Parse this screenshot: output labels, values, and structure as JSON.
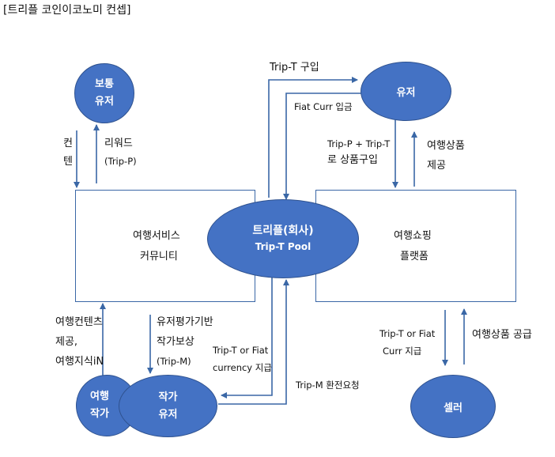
{
  "title": "[트리플 코인이코노미 컨셉]",
  "nodes": {
    "normal_user": {
      "line1": "보통",
      "line2": "유저"
    },
    "user": {
      "label": "유저"
    },
    "triple": {
      "line1": "트리플(회사)",
      "line2": "Trip-T Pool"
    },
    "travel_author": {
      "line1": "여행",
      "line2": "작가"
    },
    "author_user": {
      "line1": "작가",
      "line2": "유저"
    },
    "seller": {
      "label": "셀러"
    },
    "community": {
      "line1": "여행서비스",
      "line2": "커뮤니티"
    },
    "shopping": {
      "line1": "여행쇼핑",
      "line2": "플랫폼"
    }
  },
  "edges": {
    "content": {
      "line1": "컨",
      "line2": "텐"
    },
    "reward": {
      "line1": "리워드",
      "line2": "(Trip-P)"
    },
    "trip_t_buy": "Trip-T 구입",
    "fiat_deposit": "Fiat Curr 입금",
    "product_buy": {
      "line1": "Trip-P + Trip-T",
      "line2": "로 상품구입"
    },
    "product_provide": {
      "line1": "여행상품",
      "line2": "제공"
    },
    "travel_content": {
      "line1": "여행컨텐츠",
      "line2": "제공,",
      "line3": "여행지식iN"
    },
    "author_eval": {
      "line1": "유저평가기반",
      "line2": "작가보상",
      "line3": "(Trip-M)"
    },
    "payout": {
      "line1": "Trip-T or Fiat",
      "line2": "currency 지급"
    },
    "exchange": "Trip-M 환전요청",
    "seller_pay": {
      "line1": "Trip-T or Fiat",
      "line2": "Curr 지급"
    },
    "seller_supply": "여행상품 공급"
  }
}
